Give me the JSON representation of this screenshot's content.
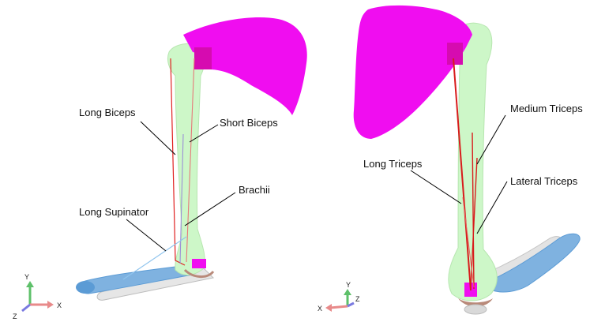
{
  "left_view": {
    "labels": {
      "long_biceps": "Long Biceps",
      "short_biceps": "Short Biceps",
      "brachii": "Brachii",
      "long_supinator": "Long Supinator"
    },
    "axes": {
      "y": "Y",
      "x": "X",
      "z": "Z"
    }
  },
  "right_view": {
    "labels": {
      "medium_triceps": "Medium Triceps",
      "long_triceps": "Long Triceps",
      "lateral_triceps": "Lateral Triceps"
    },
    "axes": {
      "y": "Y",
      "x": "X",
      "z": "Z"
    }
  },
  "colors": {
    "scapula": "#f00df0",
    "humerus": "#cdf7c8",
    "radius": "#5b9bd5",
    "ulna": "#d9d9d9",
    "muscle": "#e02020",
    "muscle_light": "#f4a0a0",
    "supinator": "#7ab8e8",
    "joint": "#b98a7a",
    "axis_y": "#5ec06a",
    "axis_x": "#e88a8a",
    "axis_z": "#7a7ae0"
  }
}
